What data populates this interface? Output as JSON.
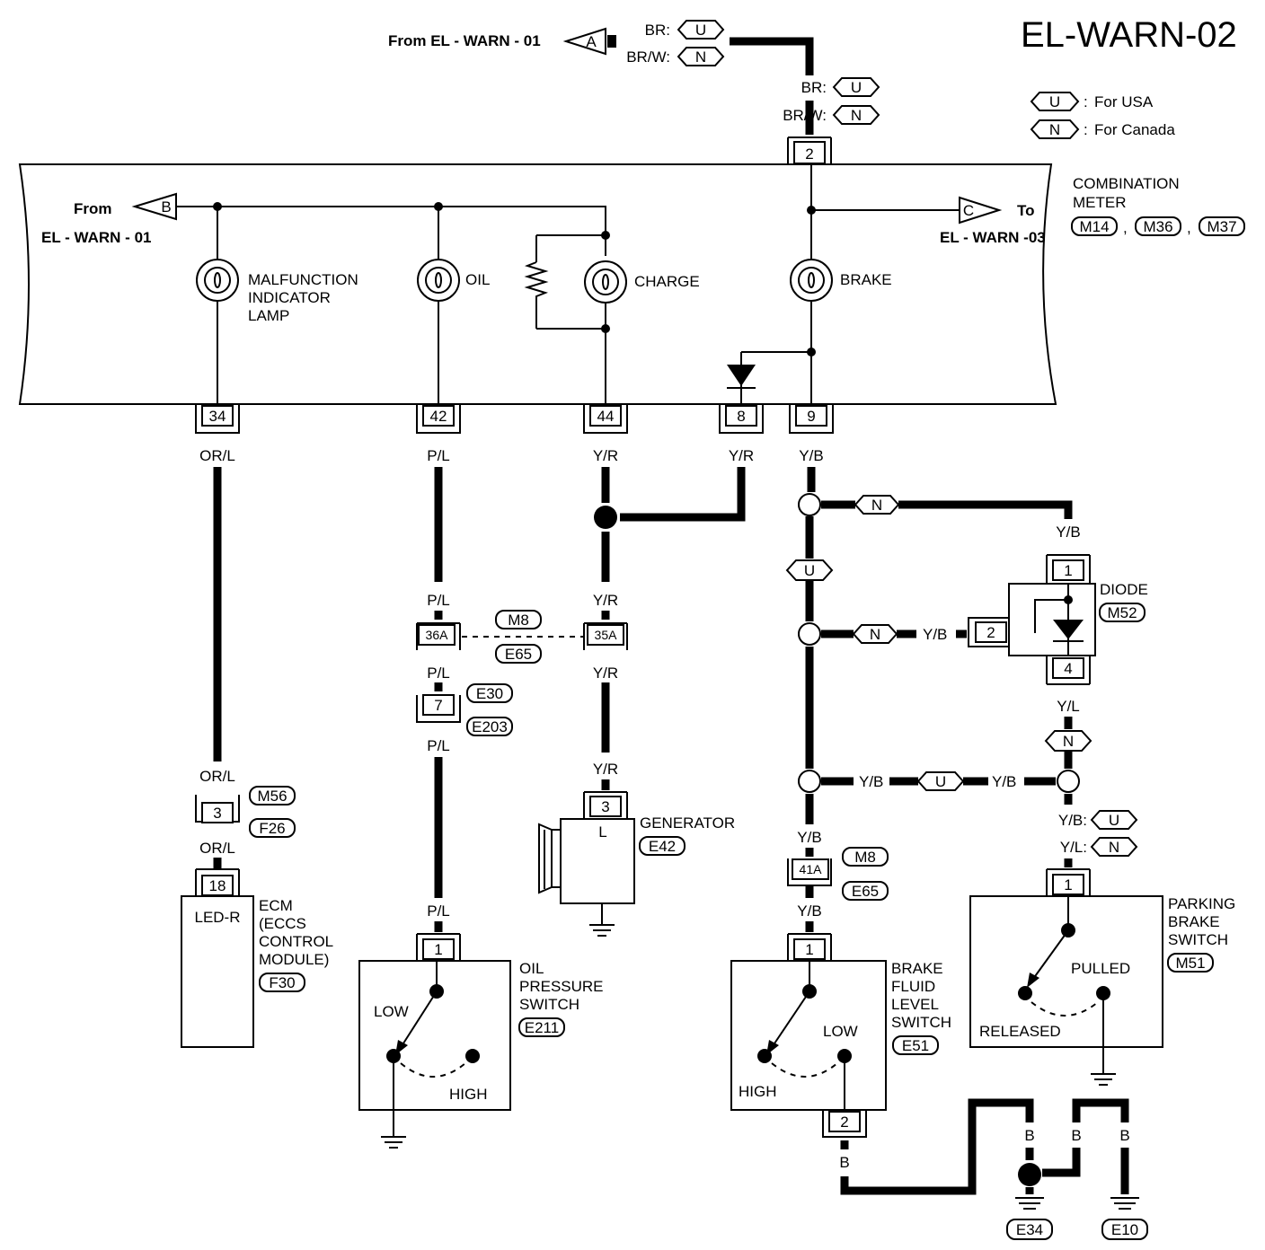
{
  "title": "EL-WARN-02",
  "legend": {
    "usa": "For USA",
    "canada": "For Canada",
    "usa_sym": "U",
    "canada_sym": "N"
  },
  "codes": {
    "U": "U",
    "N": "N"
  },
  "refs": {
    "a": "A",
    "b": "B",
    "c": "C",
    "from_warn01_top": "From EL - WARN - 01",
    "from": "From",
    "el_warn01": "EL - WARN - 01",
    "to": "To",
    "el_warn03": "EL - WARN -03"
  },
  "combination_meter": {
    "label_lines": [
      "COMBINATION",
      "METER"
    ],
    "connectors": [
      "M14",
      "M36",
      "M37"
    ]
  },
  "lamps": {
    "mil": [
      "MALFUNCTION",
      "INDICATOR",
      "LAMP"
    ],
    "oil": "OIL",
    "charge": "CHARGE",
    "brake": "BRAKE"
  },
  "pins": {
    "p2": "2",
    "p34": "34",
    "p42": "42",
    "p44": "44",
    "p8": "8",
    "p9": "9"
  },
  "wires": {
    "br": "BR:",
    "brw": "BR/W:",
    "orl": "OR/L",
    "pl": "P/L",
    "yr": "Y/R",
    "yb": "Y/B",
    "yl": "Y/L",
    "yb_c": "Y/B:",
    "yl_c": "Y/L:",
    "b": "B"
  },
  "connectors": {
    "m56": "M56",
    "f26": "F26",
    "p3": "3",
    "p18": "18",
    "m8": "M8",
    "e65": "E65",
    "p36a": "36A",
    "p35a": "35A",
    "e30": "E30",
    "e203": "E203",
    "p7": "7",
    "p1": "1",
    "p41a": "41A",
    "p2b": "2",
    "p4": "4",
    "p3g": "3"
  },
  "ecm": {
    "inner": "LED-R",
    "label_lines": [
      "ECM",
      "(ECCS",
      "CONTROL",
      "MODULE)"
    ],
    "conn": "F30"
  },
  "generator": {
    "label": "GENERATOR",
    "conn": "E42",
    "terminal": "L"
  },
  "oil_switch": {
    "label_lines": [
      "OIL",
      "PRESSURE",
      "SWITCH"
    ],
    "conn": "E211",
    "low": "LOW",
    "high": "HIGH"
  },
  "brake_fluid": {
    "label_lines": [
      "BRAKE",
      "FLUID",
      "LEVEL",
      "SWITCH"
    ],
    "conn": "E51",
    "low": "LOW",
    "high": "HIGH"
  },
  "diode": {
    "label": "DIODE",
    "conn": "M52"
  },
  "parking": {
    "label_lines": [
      "PARKING",
      "BRAKE",
      "SWITCH"
    ],
    "conn": "M51",
    "pulled": "PULLED",
    "released": "RELEASED"
  },
  "grounds": {
    "e34": "E34",
    "e10": "E10"
  }
}
